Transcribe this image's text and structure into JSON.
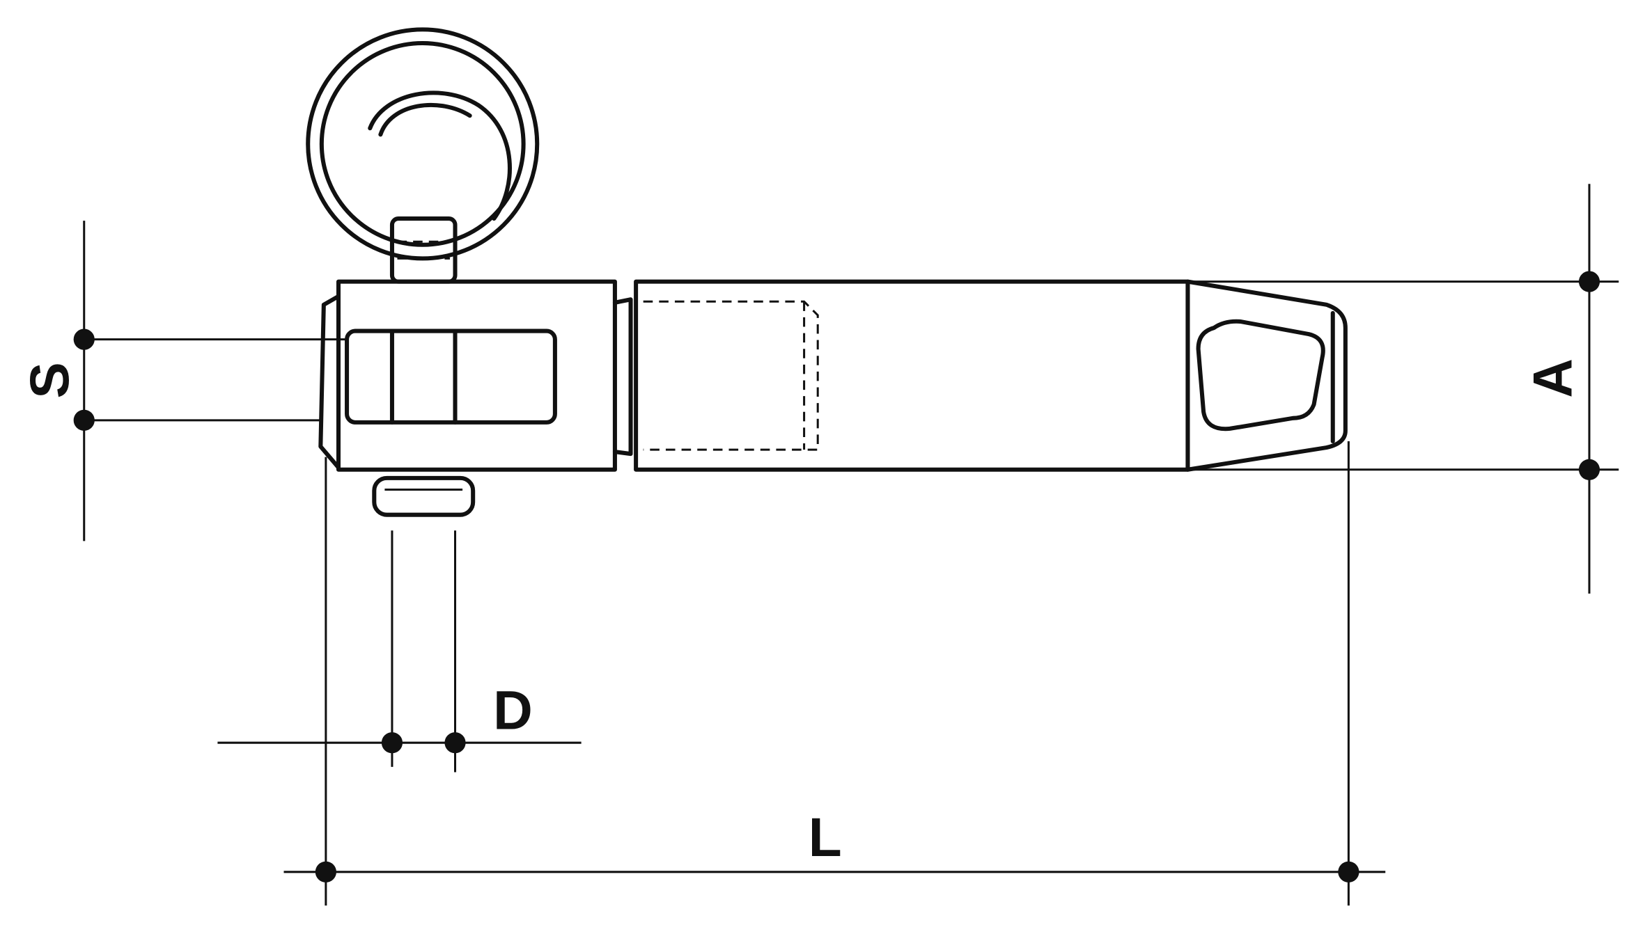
{
  "dimensions": {
    "S": "S",
    "A": "A",
    "D": "D",
    "L": "L"
  }
}
